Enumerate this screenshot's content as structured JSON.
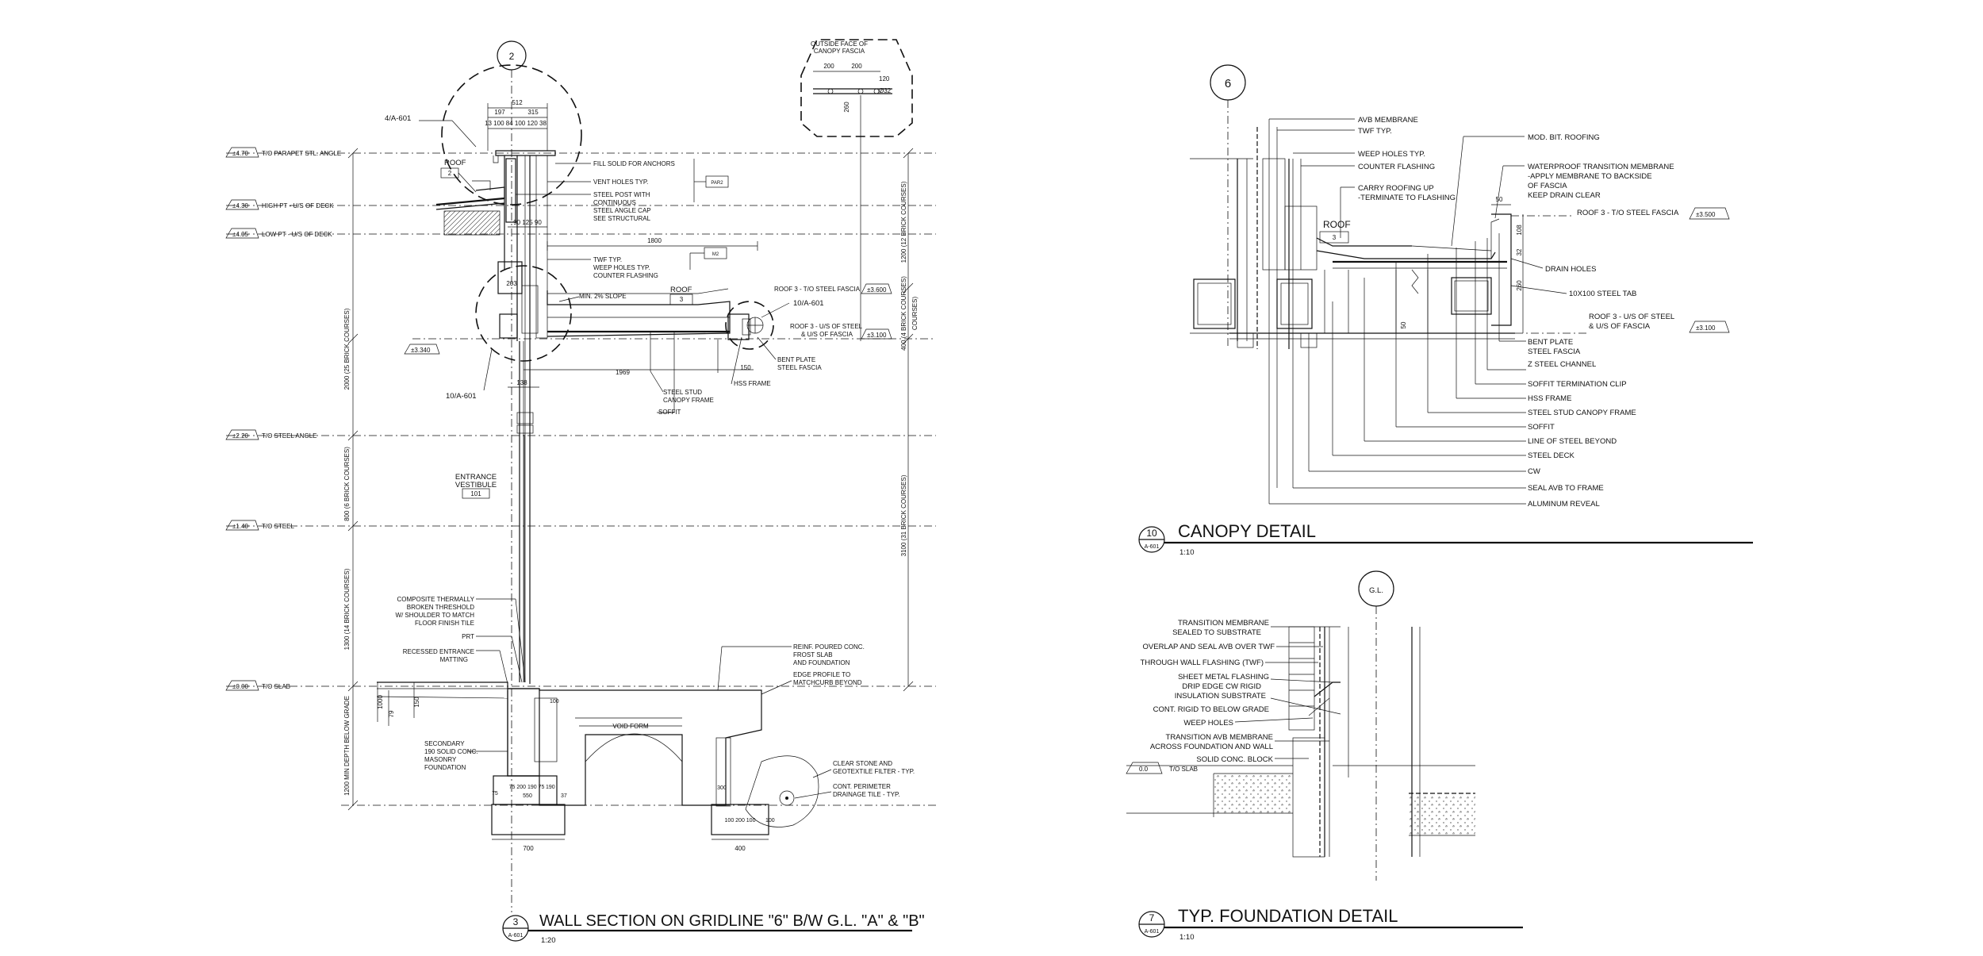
{
  "detail3": {
    "bubble": "2",
    "ref_callouts": {
      "c1": "4/A-601",
      "c2": "10/A-601",
      "c3": "10/A-601"
    },
    "levels": {
      "l1": "±4.70",
      "l1t": "T/O PARAPET STL. ANGLE",
      "l2": "±4.30",
      "l2t": "HIGH PT - U/S OF DECK",
      "l3": "±4.05",
      "l3t": "LOW PT - U/S OF DECK",
      "l4": "±3.340",
      "l5": "±2.20",
      "l5t": "T/O STEEL ANGLE",
      "l6": "±1.40",
      "l6t": "T/O STEEL",
      "l7": "±0.00",
      "l7t": "T/O SLAB"
    },
    "left_dims": {
      "d1": "2000 (25 BRICK COURSES)",
      "d2": "800 (6 BRICK COURSES)",
      "d3": "1300 (14 BRICK COURSES)",
      "d4": "1200 MIN DEPTH BELOW GRADE"
    },
    "right_dims": {
      "d1": "1200 (12 BRICK COURSES)",
      "d2": "400 (4 BRICK COURSES)",
      "d3": "3100 (31 BRICK COURSES)"
    },
    "top_dims": {
      "a": "512",
      "b": "197",
      "c": "315",
      "d": "13 100 84 100 120 38"
    },
    "roof": {
      "label": "ROOF",
      "num": "2"
    },
    "roof3": {
      "label": "ROOF",
      "num": "3"
    },
    "notes": {
      "fill": "FILL SOLID FOR ANCHORS",
      "vent": "VENT HOLES TYP.",
      "post1": "STEEL POST WITH",
      "post2": "CONTINUOUS",
      "post3": "STEEL ANGLE CAP",
      "post4": "SEE STRUCTURAL",
      "twf": "TWF TYP.",
      "weep": "WEEP HOLES TYP.",
      "counter": "COUNTER FLASHING",
      "slope": "MIN. 2% SLOPE",
      "fascia_top": "ROOF 3 - T/O STEEL FASCIA",
      "fascia_us1": "ROOF 3 - U/S OF STEEL",
      "fascia_us2": "& U/S OF FASCIA",
      "bent1": "BENT PLATE",
      "bent2": "STEEL FASCIA",
      "hss": "HSS FRAME",
      "stud1": "STEEL STUD",
      "stud2": "CANOPY FRAME",
      "soffit": "SOFFIT",
      "vest1": "ENTRANCE",
      "vest2": "VESTIBULE",
      "vest3": "101",
      "comp1": "COMPOSITE THERMALLY",
      "comp2": "BROKEN THRESHOLD",
      "comp3": "W/ SHOULDER TO MATCH",
      "comp4": "FLOOR FINISH TILE",
      "prt": "PRT",
      "mat1": "RECESSED ENTRANCE",
      "mat2": "MATTING",
      "sec1": "SECONDARY",
      "sec2": "190 SOLID CONC.",
      "sec3": "MASONRY",
      "sec4": "FOUNDATION",
      "reinf1": "REINF. POURED CONC.",
      "reinf2": "FROST SLAB",
      "reinf3": "AND FOUNDATION",
      "edge1": "EDGE PROFILE TO",
      "edge2": "MATCHCURB BEYOND",
      "void": "VOID FORM",
      "stone1": "CLEAR STONE AND",
      "stone2": "GEOTEXTILE FILTER - TYP.",
      "drain1": "CONT. PERIMETER",
      "drain2": "DRAINAGE TILE - TYP.",
      "outside1": "OUTSIDE FACE OF",
      "outside2": "CANOPY FASCIA"
    },
    "tags": {
      "t1": "PAR2",
      "t2": "M2"
    },
    "dims": {
      "d1800": "1800",
      "d1969": "1969",
      "d203": "203",
      "d138": "138",
      "d150": "150",
      "d90": "90 125 90",
      "d200a": "200",
      "d200b": "200",
      "d260": "260",
      "d120": "120",
      "d32": "Ø32",
      "d700": "700",
      "d400": "400",
      "d550": "550",
      "dfoot": "75 200 190 75",
      "d190": "190",
      "d37": "37",
      "d75": "75",
      "d100a": "100",
      "d100b": "100 200 100",
      "d100c": "100",
      "d1000": "1000",
      "d79": "79",
      "d300a": "300",
      "d150b": "150"
    },
    "title_num": "3",
    "title_sheet": "A-601",
    "title": "WALL SECTION ON GRIDLINE \"6\" B/W G.L. \"A\" & \"B\"",
    "scale": "1:20"
  },
  "detail10": {
    "bubble": "6",
    "roof_label": "ROOF",
    "roof_num": "3",
    "dims": {
      "d50": "50",
      "d108": "108",
      "d32": "32",
      "d260": "260",
      "d50b": "50"
    },
    "left_notes": [
      "AVB MEMBRANE",
      "TWF TYP.",
      "WEEP HOLES TYP.",
      "COUNTER FLASHING",
      "CARRY ROOFING UP",
      "-TERMINATE TO FLASHING"
    ],
    "right_top_notes": [
      "MOD. BIT. ROOFING",
      "WATERPROOF TRANSITION MEMBRANE",
      "-APPLY MEMBRANE TO BACKSIDE",
      "OF FASCIA",
      "KEEP DRAIN CLEAR"
    ],
    "level1": "ROOF 3 - T/O STEEL FASCIA",
    "level1v": "±3.500",
    "level2a": "ROOF 3 - U/S OF STEEL",
    "level2b": "& U/S OF FASCIA",
    "level2v": "±3.100",
    "drain": "DRAIN HOLES",
    "tab": "10X100 STEEL TAB",
    "bottom_notes": [
      "BENT PLATE",
      "STEEL FASCIA",
      "Z STEEL CHANNEL",
      "SOFFIT TERMINATION CLIP",
      "HSS FRAME",
      "STEEL STUD CANOPY FRAME",
      "SOFFIT",
      "LINE OF STEEL BEYOND",
      "STEEL DECK",
      "CW",
      "SEAL AVB TO FRAME",
      "ALUMINUM REVEAL"
    ],
    "title_num": "10",
    "title_sheet": "A-601",
    "title": "CANOPY DETAIL",
    "scale": "1:10"
  },
  "detail7": {
    "bubble": "G.L.",
    "notes": [
      "TRANSITION MEMBRANE",
      "SEALED TO SUBSTRATE",
      "OVERLAP AND SEAL AVB OVER TWF",
      "THROUGH WALL FLASHING (TWF)",
      "SHEET METAL FLASHING",
      "DRIP EDGE CW RIGID",
      "INSULATION SUBSTRATE",
      "CONT. RIGID TO BELOW GRADE",
      "WEEP HOLES",
      "TRANSITION AVB MEMBRANE",
      "ACROSS FOUNDATION AND WALL",
      "SOLID CONC. BLOCK"
    ],
    "level": "0.0",
    "level_t": "T/O SLAB",
    "title_num": "7",
    "title_sheet": "A-601",
    "title": "TYP. FOUNDATION DETAIL",
    "scale": "1:10"
  }
}
